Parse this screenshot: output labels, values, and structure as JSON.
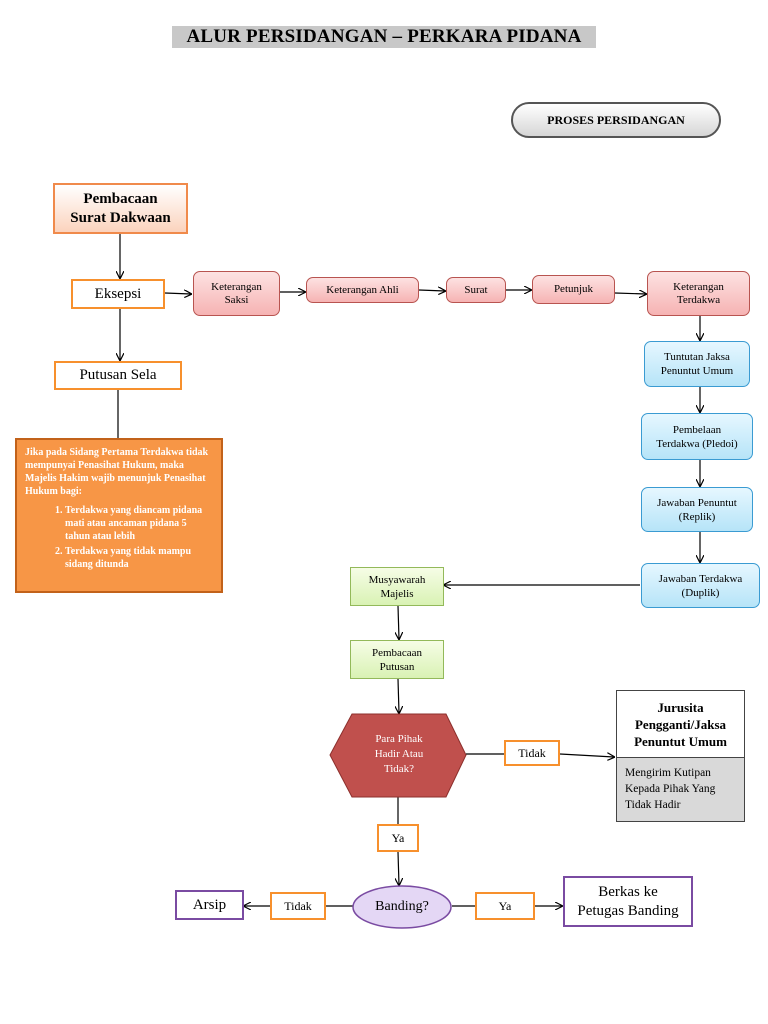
{
  "title": "ALUR PERSIDANGAN – PERKARA PIDANA",
  "badge": "PROSES PERSIDANGAN",
  "nodes": {
    "pembacaan_dakwaan": "Pembacaan\nSurat Dakwaan",
    "eksepsi": "Eksepsi",
    "putusan_sela": "Putusan Sela",
    "keterangan_saksi": "Keterangan\nSaksi",
    "keterangan_ahli": "Keterangan Ahli",
    "surat": "Surat",
    "petunjuk": "Petunjuk",
    "keterangan_terdakwa": "Keterangan\nTerdakwa",
    "tuntutan": "Tuntutan Jaksa\nPenuntut Umum",
    "pembelaan": "Pembelaan\nTerdakwa (Pledoi)",
    "replik": "Jawaban Penuntut\n(Replik)",
    "duplik": "Jawaban Terdakwa\n(Duplik)",
    "musyawarah": "Musyawarah\nMajelis",
    "pembacaan_putusan": "Pembacaan\nPutusan",
    "decision_hadir": "Para Pihak\nHadir Atau\nTidak?",
    "label_tidak_1": "Tidak",
    "label_ya_1": "Ya",
    "banding": "Banding?",
    "label_tidak_2": "Tidak",
    "label_ya_2": "Ya",
    "arsip": "Arsip",
    "berkas": "Berkas ke\nPetugas Banding"
  },
  "jurusita": {
    "title": "Jurusita\nPengganti/Jaksa\nPenuntut Umum",
    "body": "Mengirim Kutipan\nKepada Pihak Yang\nTidak Hadir"
  },
  "note": {
    "intro": "Jika pada Sidang Pertama Terdakwa tidak mempunyai Penasihat Hukum, maka Majelis Hakim wajib menunjuk Penasihat Hukum bagi:",
    "items": [
      "Terdakwa yang diancam pidana mati atau ancaman pidana 5 tahun atau lebih",
      "Terdakwa yang tidak mampu sidang ditunda"
    ]
  },
  "colors": {
    "orange": "#f7902d",
    "pink_fill": "#f6b3b3",
    "blue_fill": "#b6e4f8",
    "green_fill": "#d9f2b4",
    "decision_fill": "#c0504d",
    "banding_fill": "#e4d7f5",
    "purple": "#7a4ba2"
  }
}
